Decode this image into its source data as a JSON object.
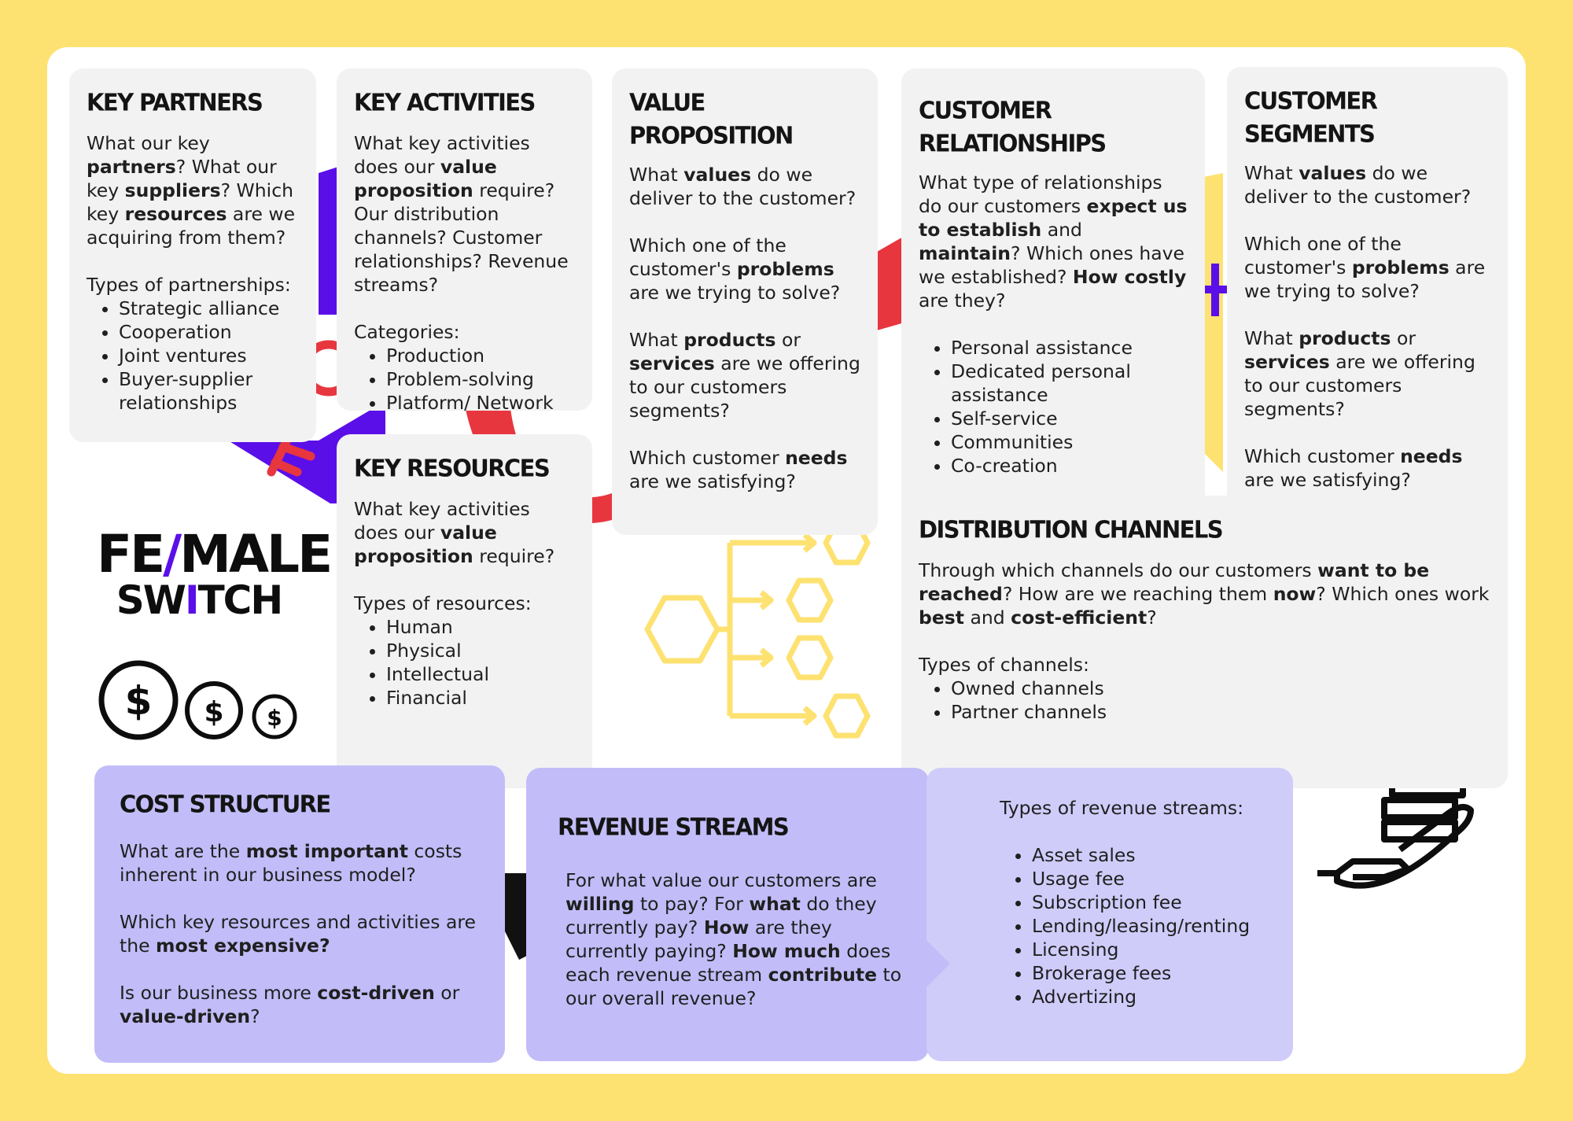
{
  "key_partners": {
    "title": "KEY PARTNERS",
    "q_parts": [
      "What our key ",
      "partners",
      "? What our key ",
      "suppliers",
      "? Which key ",
      "resources",
      " are we acquiring from them?"
    ],
    "types_label": "Types of partnerships:",
    "items": [
      "Strategic alliance",
      "Cooperation",
      "Joint ventures",
      "Buyer-supplier relationships"
    ]
  },
  "key_activities": {
    "title": "KEY ACTIVITIES",
    "q_parts": [
      "What key activities does our ",
      "value proposition",
      " require? Our distribution channels? Customer relationships? Revenue streams?"
    ],
    "types_label": "Categories:",
    "items": [
      "Production",
      "Problem-solving",
      "Platform/ Network"
    ]
  },
  "key_resources": {
    "title": "KEY RESOURCES",
    "q_parts": [
      "What key activities does our ",
      "value proposition",
      " require?"
    ],
    "types_label": "Types of resources:",
    "items": [
      "Human",
      "Physical",
      "Intellectual",
      "Financial"
    ]
  },
  "value_proposition": {
    "title": "VALUE PROPOSITION",
    "q1": [
      "What ",
      "values",
      " do we deliver to the customer?"
    ],
    "q2": [
      "Which one of the customer's ",
      "problems",
      " are we trying to solve?"
    ],
    "q3": [
      "What ",
      "products",
      " or ",
      "services",
      " are we offering to our customers segments?"
    ],
    "q4": [
      "Which customer ",
      "needs",
      " are we satisfying?"
    ]
  },
  "customer_relationships": {
    "title": "CUSTOMER RELATIONSHIPS",
    "q_parts": [
      "What type of relationships do our customers ",
      "expect us to establish",
      " and ",
      "maintain",
      "? Which ones have we established? ",
      "How costly",
      " are they?"
    ],
    "items": [
      "Personal assistance",
      "Dedicated personal assistance",
      "Self-service",
      "Communities",
      "Co-creation"
    ]
  },
  "customer_segments": {
    "title": "CUSTOMER SEGMENTS",
    "q1": [
      "What ",
      "values",
      " do we deliver to the customer?"
    ],
    "q2": [
      "Which one of the customer's ",
      "problems",
      " are we trying to solve?"
    ],
    "q3": [
      "What ",
      "products",
      " or ",
      "services",
      " are we offering to our customers segments?"
    ],
    "q4": [
      "Which customer ",
      "needs",
      " are we satisfying?"
    ]
  },
  "distribution_channels": {
    "title": "DISTRIBUTION CHANNELS",
    "q_parts": [
      "Through which channels do our customers ",
      "want to be reached",
      "? How are we reaching them ",
      "now",
      "? Which ones work ",
      "best",
      " and ",
      "cost-efficient",
      "?"
    ],
    "types_label": "Types of channels:",
    "items": [
      "Owned channels",
      "Partner channels"
    ]
  },
  "cost_structure": {
    "title": "COST STRUCTURE",
    "q1": [
      "What are the ",
      "most important",
      " costs inherent in our business model?"
    ],
    "q2": [
      "Which key resources and activities are the ",
      "most expensive?"
    ],
    "q3": [
      "Is our business more ",
      "cost-driven",
      " or ",
      "value-driven",
      "?"
    ]
  },
  "revenue_streams": {
    "title": "REVENUE STREAMS",
    "q_parts": [
      "For what value our customers are ",
      "willing",
      " to pay? For ",
      "what",
      " do they currently pay? ",
      "How",
      " are they currently paying? ",
      "How much",
      " does each revenue stream ",
      "contribute",
      " to our overall revenue?"
    ],
    "types_label": "Types of revenue streams:",
    "items": [
      "Asset sales",
      "Usage fee",
      "Subscription fee",
      "Lending/leasing/renting",
      "Licensing",
      "Brokerage fees",
      "Advertizing"
    ]
  },
  "logo": {
    "line1a": "FE",
    "slash": "/",
    "line1b": "MALE",
    "line2a": "SW",
    "line2i": "I",
    "line2b": "TCH"
  },
  "icons": {
    "dollar": "$",
    "names": [
      "key-icon",
      "plus-icon",
      "hexagon-flow-icon",
      "dollar-coin-icon",
      "money-growth-icon"
    ]
  },
  "colors": {
    "background": "#fde272",
    "card": "#f2f2f2",
    "violet": "#c2bdf8",
    "accent_purple": "#5b0fe8",
    "accent_red": "#e8363f",
    "accent_yellow": "#fde272"
  }
}
